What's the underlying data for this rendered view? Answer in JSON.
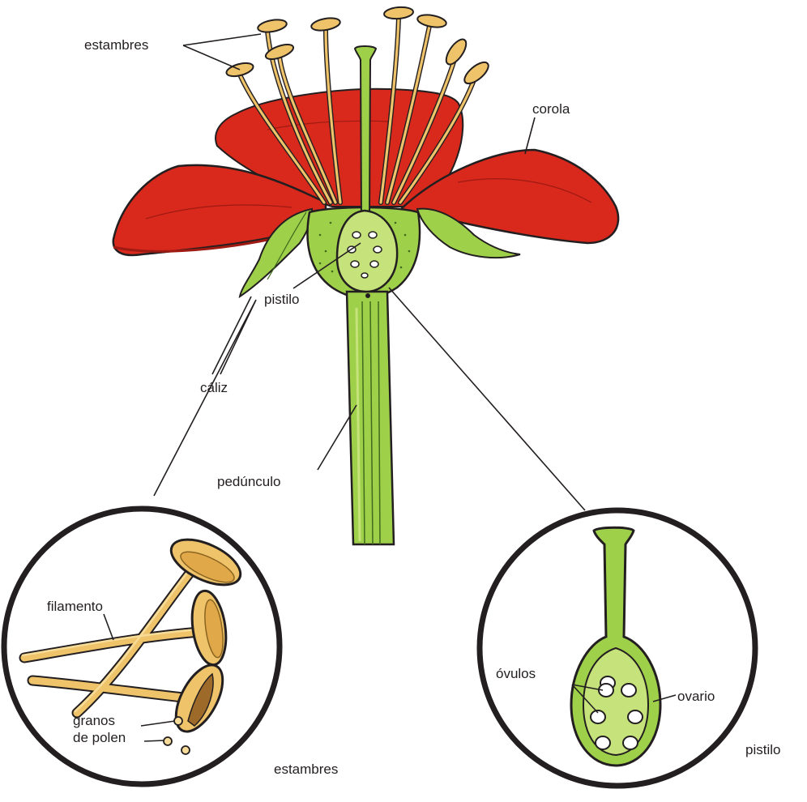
{
  "labels": {
    "estambres_top": "estambres",
    "corola": "corola",
    "pistilo_main": "pistilo",
    "caliz": "cáliz",
    "pedunculo": "pedúnculo",
    "filamento": "filamento",
    "granos_de_polen": "granos\nde polen",
    "estambres_caption": "estambres",
    "ovulos": "óvulos",
    "ovario": "ovario",
    "pistilo_caption": "pistilo"
  },
  "colors": {
    "petal": "#d8291c",
    "petal_dark": "#9e1a12",
    "green": "#9fd04a",
    "green_light": "#c6e27a",
    "green_dark": "#3f6b1f",
    "stamen": "#eec36a",
    "stamen_light": "#f6dc98",
    "stamen_dark": "#8a6420",
    "ink": "#231f20"
  }
}
